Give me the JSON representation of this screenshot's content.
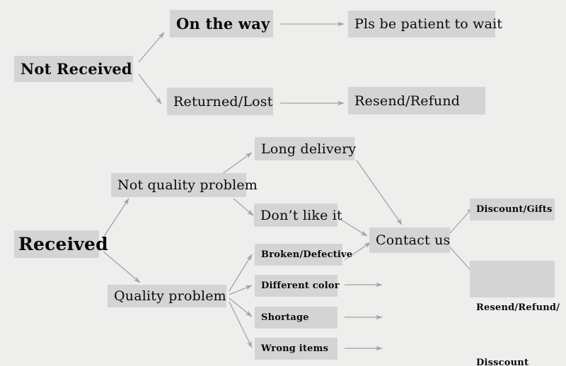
{
  "diagram": {
    "title": "Order issue resolution flowchart",
    "background_color": "#eeeeec",
    "box_color": "#d4d4d4",
    "text_color": "#0a0a0a",
    "arrow_color": "#a3a3a3"
  },
  "nodes": {
    "not_received": "Not Received",
    "on_the_way": "On the way",
    "pls_be_patient": "Pls be patient to wait",
    "returned_lost": "Returned/Lost",
    "resend_refund": "Resend/Refund",
    "received": "Received",
    "not_quality_problem": "Not quality problem",
    "long_delivery": "Long delivery",
    "dont_like_it": "Don’t like it",
    "quality_problem": "Quality problem",
    "broken_defective": "Broken/Defective",
    "different_color": "Different color",
    "shortage": "Shortage",
    "wrong_items": "Wrong items",
    "contact_us": "Contact us",
    "discount_gifts": "Discount/Gifts",
    "resend_refund_discount_line1": "Resend/Refund/",
    "resend_refund_discount_line2": "Disscount"
  },
  "edges": [
    {
      "from": "not_received",
      "to": "on_the_way"
    },
    {
      "from": "on_the_way",
      "to": "pls_be_patient"
    },
    {
      "from": "not_received",
      "to": "returned_lost"
    },
    {
      "from": "returned_lost",
      "to": "resend_refund"
    },
    {
      "from": "received",
      "to": "not_quality_problem"
    },
    {
      "from": "received",
      "to": "quality_problem"
    },
    {
      "from": "not_quality_problem",
      "to": "long_delivery"
    },
    {
      "from": "not_quality_problem",
      "to": "dont_like_it"
    },
    {
      "from": "long_delivery",
      "to": "contact_us"
    },
    {
      "from": "dont_like_it",
      "to": "contact_us"
    },
    {
      "from": "quality_problem",
      "to": "broken_defective"
    },
    {
      "from": "quality_problem",
      "to": "different_color"
    },
    {
      "from": "quality_problem",
      "to": "shortage"
    },
    {
      "from": "quality_problem",
      "to": "wrong_items"
    },
    {
      "from": "broken_defective",
      "to": "contact_us"
    },
    {
      "from": "different_color",
      "to": "contact_us"
    },
    {
      "from": "shortage",
      "to": "contact_us"
    },
    {
      "from": "wrong_items",
      "to": "contact_us"
    },
    {
      "from": "contact_us",
      "to": "discount_gifts"
    },
    {
      "from": "contact_us",
      "to": "resend_refund_discount"
    }
  ]
}
